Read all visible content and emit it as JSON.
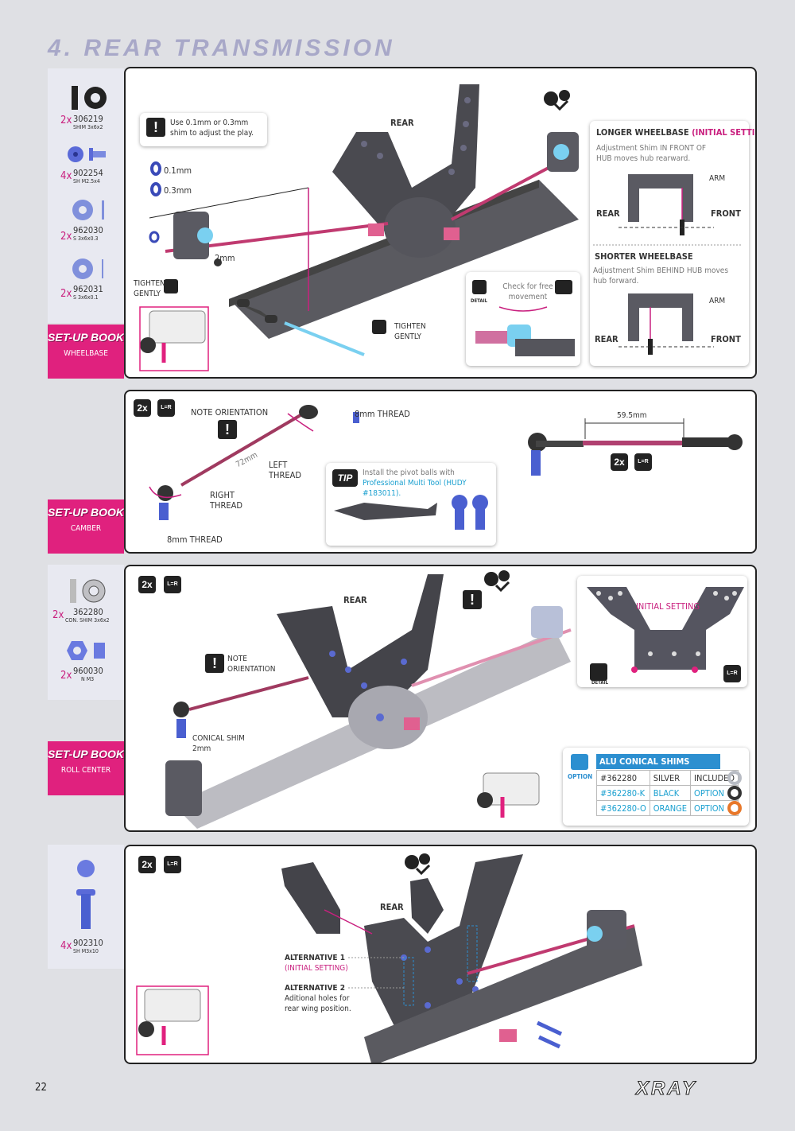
{
  "section_title": "4. REAR TRANSMISSION",
  "page_number": "22",
  "brand": "XRAY",
  "colors": {
    "accent": "#e0217e",
    "part_blue": "#4a5fd0",
    "carbon": "#444444",
    "title": "#a8a8c8"
  },
  "parts_1": [
    {
      "qty": "2x",
      "code": "306219",
      "desc": "SHIM 3x6x2",
      "icon": "shim-icon"
    },
    {
      "qty": "4x",
      "code": "902254",
      "desc": "SH M2.5x4",
      "icon": "screw-icon"
    },
    {
      "qty": "2x",
      "code": "962030",
      "desc": "S 3x6x0.3",
      "icon": "washer-icon"
    },
    {
      "qty": "2x",
      "code": "962031",
      "desc": "S 3x6x0.1",
      "icon": "washer-icon"
    }
  ],
  "parts_3": [
    {
      "qty": "2x",
      "code": "362280",
      "desc": "CON. SHIM 3x6x2",
      "icon": "conical-shim-icon"
    },
    {
      "qty": "2x",
      "code": "960030",
      "desc": "N M3",
      "icon": "nut-icon"
    }
  ],
  "parts_4": [
    {
      "qty": "4x",
      "code": "902310",
      "desc": "SH M3x10",
      "icon": "screw-icon"
    }
  ],
  "setup_badges": [
    {
      "brand": "SET-UP BOOK",
      "label": "WHEELBASE"
    },
    {
      "brand": "SET-UP BOOK",
      "label": "CAMBER"
    },
    {
      "brand": "SET-UP BOOK",
      "label": "ROLL CENTER"
    }
  ],
  "step1": {
    "note": "Use 0.1mm or 0.3mm shim to adjust the play.",
    "shim_01": "0.1mm",
    "shim_03": "0.3mm",
    "dim_2mm": "2mm",
    "tighten_left": "TIGHTEN GENTLY",
    "tighten_right": "TIGHTEN GENTLY",
    "rear": "REAR",
    "detail_note": "Check for free movement",
    "detail_badge": "DETAIL",
    "longer_title": "LONGER WHEELBASE",
    "longer_tag": "(INITIAL SETTING)",
    "longer_desc": "Adjustment Shim IN FRONT OF HUB moves hub rearward.",
    "shorter_title": "SHORTER WHEELBASE",
    "shorter_desc": "Adjustment Shim BEHIND HUB moves hub forward.",
    "arm": "ARM",
    "rear_label": "REAR",
    "front_label": "FRONT"
  },
  "step2": {
    "qty": "2x",
    "lr": "L=R",
    "note_orientation": "NOTE ORIENTATION",
    "thread_8mm_top": "8mm THREAD",
    "thread_8mm_bottom": "8mm THREAD",
    "length": "72mm",
    "left_thread": "LEFT THREAD",
    "right_thread": "RIGHT THREAD",
    "dimension": "59.5mm",
    "tip_label": "TIP",
    "tip_text_a": "Install the pivot balls with ",
    "tip_text_b": "Professional Multi Tool (HUDY #183011)."
  },
  "step3": {
    "qty": "2x",
    "lr": "L=R",
    "rear": "REAR",
    "note_orientation": "NOTE ORIENTATION",
    "conical_shim": "CONICAL SHIM",
    "conical_dim": "2mm",
    "initial_setting": "INITIAL SETTING",
    "detail_badge": "DETAIL",
    "option_label": "OPTION",
    "shims_title": "ALU CONICAL SHIMS",
    "shims": [
      {
        "code": "#362280",
        "color": "SILVER",
        "status": "INCLUDED",
        "swatch": "#b8bcc4"
      },
      {
        "code": "#362280-K",
        "color": "BLACK",
        "status": "OPTION",
        "swatch": "#333333"
      },
      {
        "code": "#362280-O",
        "color": "ORANGE",
        "status": "OPTION",
        "swatch": "#e8782a"
      }
    ]
  },
  "step4": {
    "qty": "2x",
    "lr": "L=R",
    "rear": "REAR",
    "alt1_title": "ALTERNATIVE 1",
    "alt1_tag": "(INITIAL SETTING)",
    "alt2_title": "ALTERNATIVE 2",
    "alt2_desc": "Aditional holes for rear wing position."
  }
}
